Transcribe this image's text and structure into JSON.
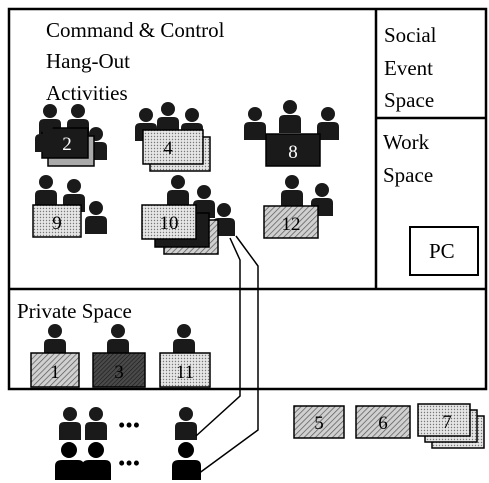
{
  "regions": {
    "command_control": {
      "title_line1": "Command & Control",
      "title_line2": "Hang-Out",
      "title_line3": "Activities"
    },
    "social_event": {
      "line1": "Social",
      "line2": "Event",
      "line3": "Space"
    },
    "work_space": {
      "line1": "Work",
      "line2": "Space",
      "pc_label": "PC"
    },
    "private_space": {
      "title": "Private Space"
    }
  },
  "tables": {
    "t2": "2",
    "t4": "4",
    "t8": "8",
    "t9": "9",
    "t10": "10",
    "t12": "12",
    "t1": "1",
    "t3": "3",
    "t11": "11",
    "t5": "5",
    "t6": "6",
    "t7": "7"
  },
  "crowd": {
    "ellipsis_top": "•••",
    "ellipsis_bottom": "•••"
  },
  "colors": {
    "ink": "#000000",
    "dark_table": "#1a1a1a",
    "hatch": "#8a8a8a",
    "light_fill": "#d8d8d8"
  }
}
